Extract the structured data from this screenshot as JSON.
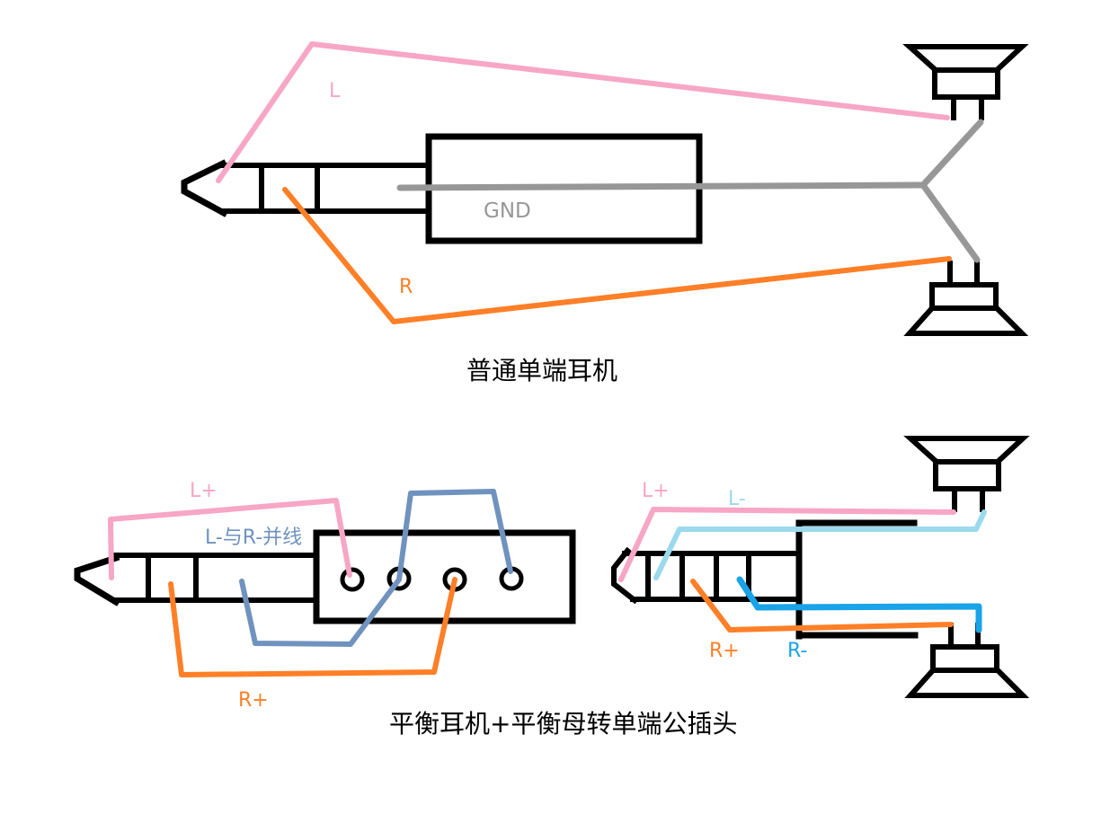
{
  "canvas": {
    "background": "#ffffff"
  },
  "colors": {
    "outline": "#000000",
    "pink_left": "#f7a6c5",
    "orange_right": "#ff7f27",
    "gray_ground": "#979797",
    "lightblue_left_negative": "#9bd9ee",
    "blue_right_negative": "#19a3e8",
    "bluegray_shared_negative": "#7092be"
  },
  "single_ended_diagram": {
    "caption": "普通单端耳机",
    "labels": {
      "left": "L",
      "right": "R",
      "ground": "GND"
    }
  },
  "balanced_diagram": {
    "caption": "平衡耳机+平衡母转单端公插头",
    "adapter_labels": {
      "left_positive": "L+",
      "shared_negative": "L-与R-并线",
      "right_positive": "R+"
    },
    "plug_labels": {
      "left_positive": "L+",
      "left_negative": "L-",
      "right_positive": "R+",
      "right_negative": "R-"
    }
  }
}
